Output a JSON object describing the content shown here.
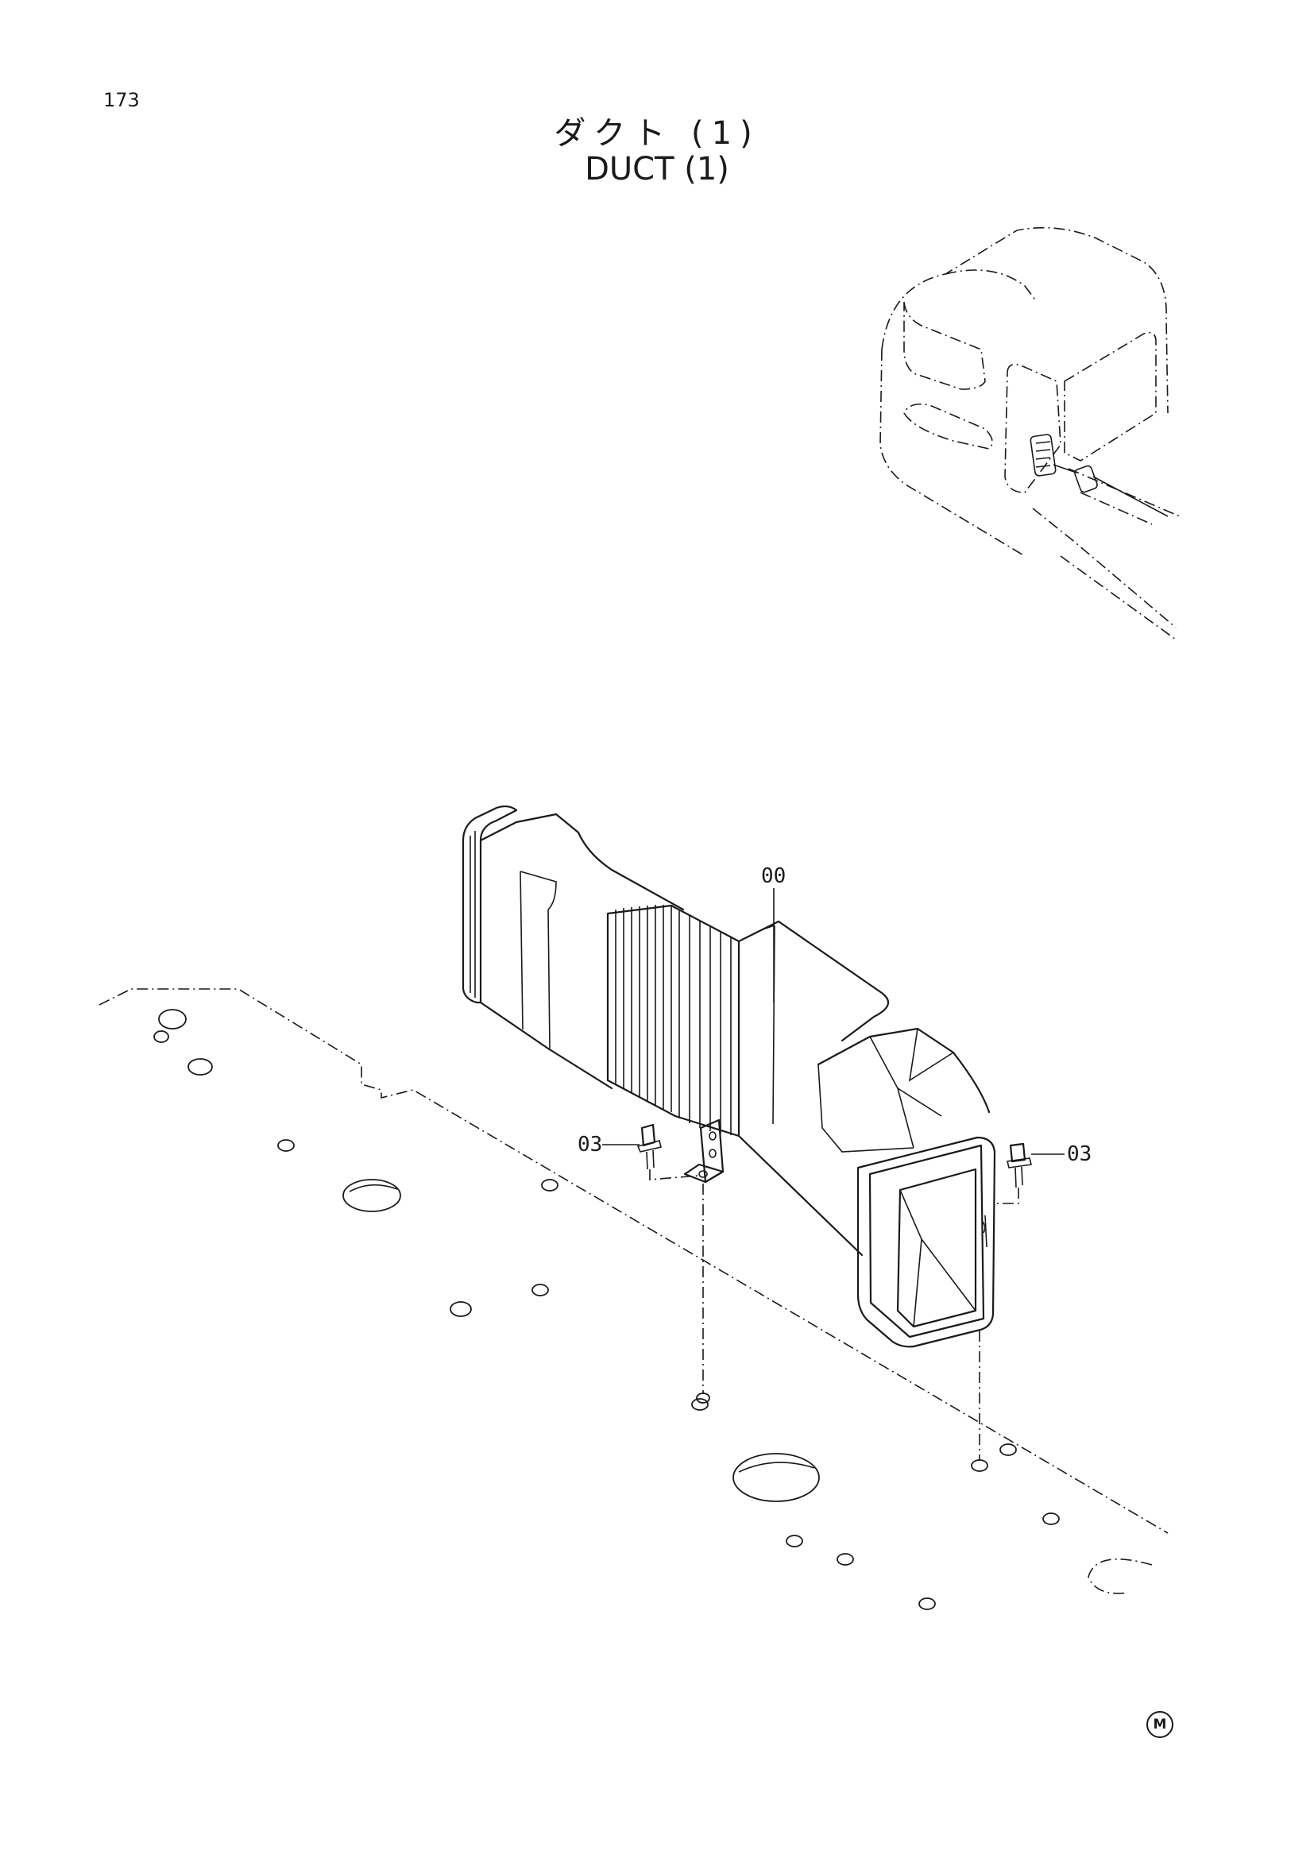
{
  "page": {
    "number": "173"
  },
  "title": {
    "japanese": "ダクト (1)",
    "english": "DUCT (1)"
  },
  "callouts": {
    "duct": "00",
    "bolt_left": "03",
    "bolt_right": "03"
  },
  "footer": {
    "mark": "M"
  },
  "icons": {
    "cab": "cab-location-icon",
    "duct": "duct-assembly-icon",
    "bolt": "bolt-icon",
    "bracket": "bracket-icon",
    "mark": "circled-m-icon"
  }
}
